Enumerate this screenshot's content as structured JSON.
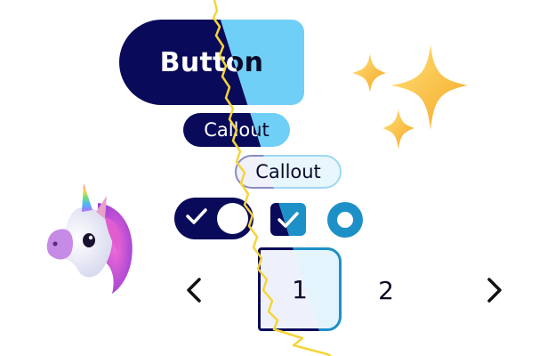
{
  "button": {
    "label": "Button"
  },
  "callouts": [
    {
      "label": "Callout"
    },
    {
      "label": "Callout"
    }
  ],
  "controls": {
    "toggle_state": "on",
    "checkbox_state": "checked",
    "radio_state": "selected"
  },
  "pagination": {
    "current_page": "1",
    "next_page": "2",
    "prev_icon": "chevron-left-icon",
    "next_icon": "chevron-right-icon"
  },
  "decorations": {
    "left_emoji": "unicorn-icon",
    "right_emoji": "sparkles-icon"
  },
  "colors": {
    "navy": "#0a0a5a",
    "sky": "#6fcff6",
    "blue": "#1e90c8",
    "divider": "#f5d43a"
  }
}
